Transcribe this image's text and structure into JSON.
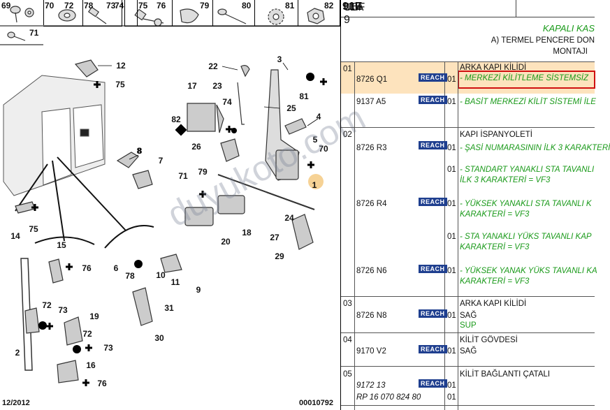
{
  "top_strip": [
    {
      "num": "69"
    },
    {
      "num": "70"
    },
    {
      "num": "72"
    },
    {
      "num": "78"
    },
    {
      "num": "73"
    },
    {
      "num": "74"
    },
    {
      "num": "75"
    },
    {
      "num": "76"
    },
    {
      "num": "79"
    },
    {
      "num": "80"
    },
    {
      "num": "81"
    },
    {
      "num": "82"
    },
    {
      "num": "71"
    }
  ],
  "callouts": [
    "12",
    "75",
    "22",
    "3",
    "17",
    "23",
    "74",
    "81",
    "8",
    "25",
    "4",
    "82",
    "26",
    "5",
    "70",
    "8",
    "7",
    "71",
    "79",
    "1",
    "14",
    "75",
    "24",
    "18",
    "27",
    "29",
    "20",
    "15",
    "76",
    "6",
    "78",
    "10",
    "11",
    "9",
    "2",
    "72",
    "73",
    "19",
    "72",
    "73",
    "16",
    "76",
    "31",
    "30"
  ],
  "footer": {
    "date": "12/2012",
    "code": "00010792"
  },
  "watermark": "duyukoto.com",
  "header": {
    "code_a": "U5F 9 ",
    "code_b": "91E",
    "code_c": " 01A"
  },
  "titles": {
    "t1": "KAPALI KAS",
    "t2": "A) TERMEL PENCERE DON",
    "t3": "MONTAJI"
  },
  "reach_label": "REACH",
  "groups": [
    {
      "idx": "01",
      "title": "ARKA KAPI KİLİDİ"
    },
    {
      "idx": "02",
      "title": "KAPI İSPANYOLETİ"
    },
    {
      "idx": "03",
      "title": "ARKA KAPI KİLİDİ"
    },
    {
      "idx": "04",
      "title": "KİLİT GÖVDESİ"
    },
    {
      "idx": "05",
      "title": "KİLİT BAĞLANTI ÇATALI"
    }
  ],
  "parts": [
    {
      "ref": "8726 Q1",
      "qty": "01",
      "desc": "- MERKEZİ KİLİTLEME SİSTEMSİZ"
    },
    {
      "ref": "9137 A5",
      "qty": "01",
      "desc": "- BASİT MERKEZİ KİLİT SİSTEMİ İLE"
    },
    {
      "ref": "8726 R3",
      "qty": "01",
      "desc": "- ŞASİ NUMARASININ İLK 3 KARAKTERİ"
    },
    {
      "ref": "",
      "qty": "01",
      "desc": "- STANDART YANAKLI STA TAVANLI",
      "desc2": "İLK 3 KARAKTERİ = VF3"
    },
    {
      "ref": "8726 R4",
      "qty": "01",
      "desc": "- YÜKSEK YANAKLI STA TAVANLI K",
      "desc2": "KARAKTERİ = VF3"
    },
    {
      "ref": "",
      "qty": "01",
      "desc": "- STA YANAKLI YÜKS TAVANLI KAP",
      "desc2": "KARAKTERİ = VF3"
    },
    {
      "ref": "8726 N6",
      "qty": "01",
      "desc": "- YÜKSEK YANAK YÜKS TAVANLI KA",
      "desc2": "KARAKTERİ = VF3"
    },
    {
      "ref": "8726 N8",
      "qty": "01",
      "desc": "SAĞ",
      "desc2": "SUP"
    },
    {
      "ref": "9170 V2",
      "qty": "01",
      "desc": "SAĞ"
    },
    {
      "ref": "9172 13",
      "qty": "01",
      "ref2": "RP 16 070 824 80",
      "qty2": "01"
    }
  ]
}
